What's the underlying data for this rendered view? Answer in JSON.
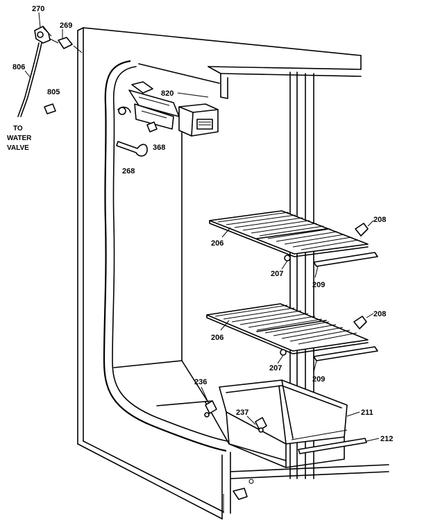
{
  "labels": {
    "p270": "270",
    "p269": "269",
    "p806": "806",
    "p805": "805",
    "to_water_valve": [
      "TO",
      "WATER",
      "VALVE"
    ],
    "p820": "820",
    "p368": "368",
    "p268": "268",
    "p208a": "208",
    "p206a": "206",
    "p207a": "207",
    "p209a": "209",
    "p208b": "208",
    "p206b": "206",
    "p207b": "207",
    "p209b": "209",
    "p236": "236",
    "p237": "237",
    "p211": "211",
    "p212": "212"
  }
}
